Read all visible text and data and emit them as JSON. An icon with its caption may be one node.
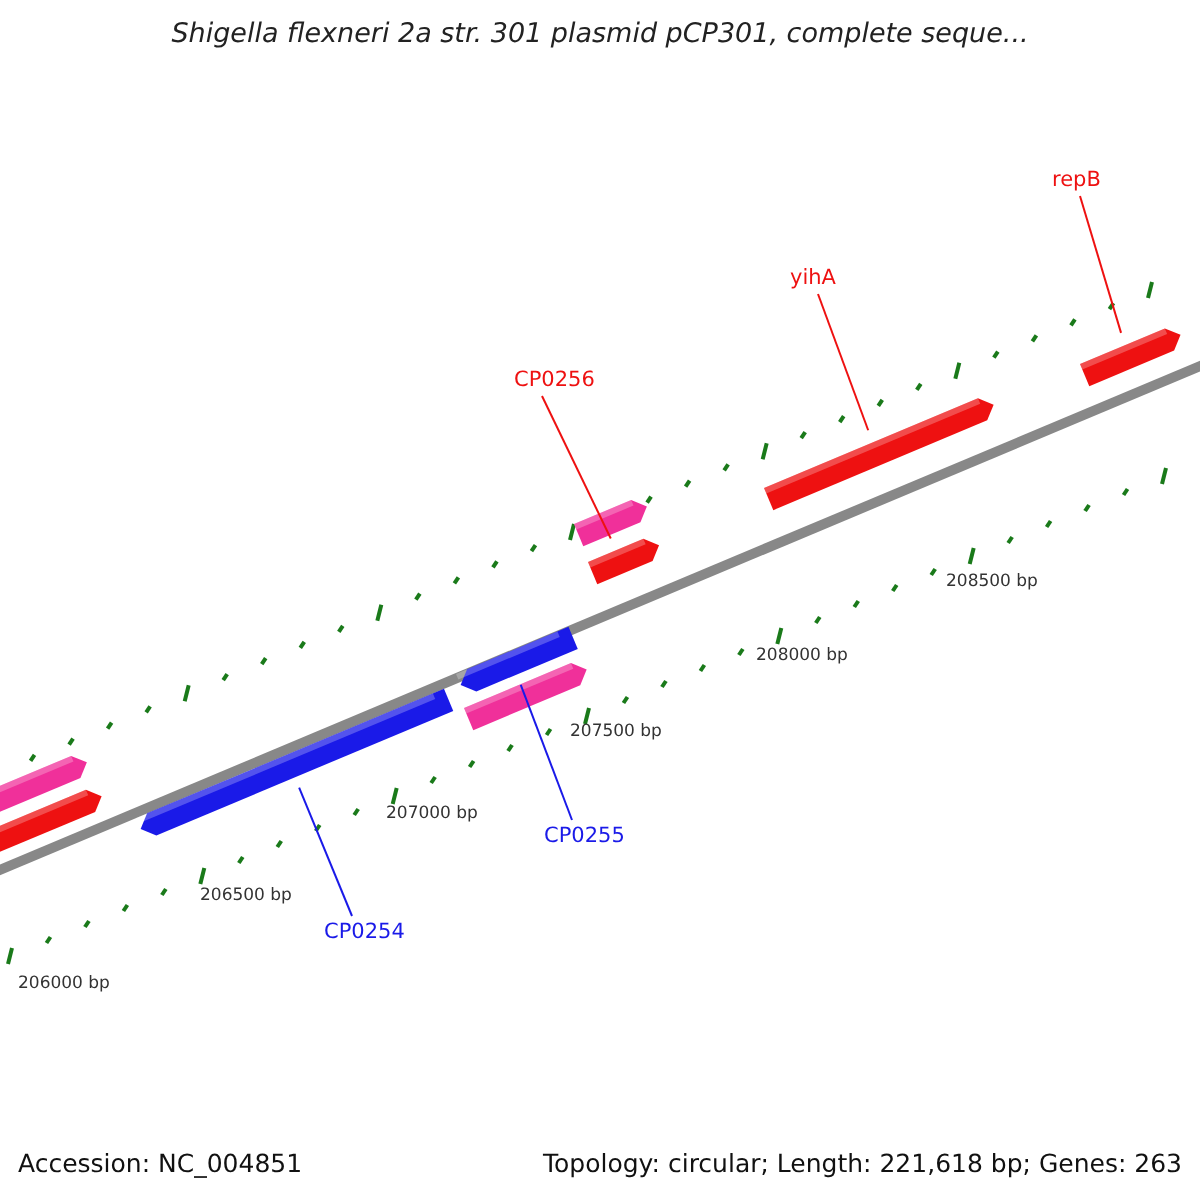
{
  "diagram": {
    "title": "Shigella flexneri 2a str. 301 plasmid pCP301, complete seque...",
    "nodes": [
      {
        "text": [
          "repB"
        ]
      },
      {
        "text": [
          "yihA"
        ]
      },
      {
        "text": [
          "CP0256"
        ]
      },
      {
        "text": [
          "CP0255"
        ]
      },
      {
        "text": [
          "CP0254"
        ]
      },
      {
        "text": [],
        "shape": "bar"
      },
      {
        "text": [],
        "shape": "bar"
      },
      {
        "text": [],
        "shape": "bar"
      },
      {
        "text": [],
        "shape": "bar"
      },
      {
        "text": [],
        "shape": "bar"
      },
      {
        "text": [],
        "shape": "bar"
      },
      {
        "text": [],
        "shape": "bar"
      },
      {
        "text": [],
        "shape": "bar"
      },
      {
        "text": [],
        "shape": "bar"
      }
    ],
    "edges": [
      {
        "from": 0,
        "to": 5,
        "arrow": "none"
      },
      {
        "from": 1,
        "to": 6,
        "arrow": "none"
      },
      {
        "from": 2,
        "to": 7,
        "arrow": "none"
      },
      {
        "from": 3,
        "to": 9,
        "arrow": "none",
        "color": "#1a1ae8"
      },
      {
        "from": 4,
        "to": 11,
        "arrow": "none",
        "color": "#1a1ae8"
      }
    ],
    "labels": [
      "208500 bp",
      "208000 bp",
      "207500 bp",
      "207000 bp",
      "206500 bp",
      "206000 bp",
      "Accession: NC_004851",
      "Topology: circular; Length: 221,618 bp; Genes: 263"
    ]
  }
}
